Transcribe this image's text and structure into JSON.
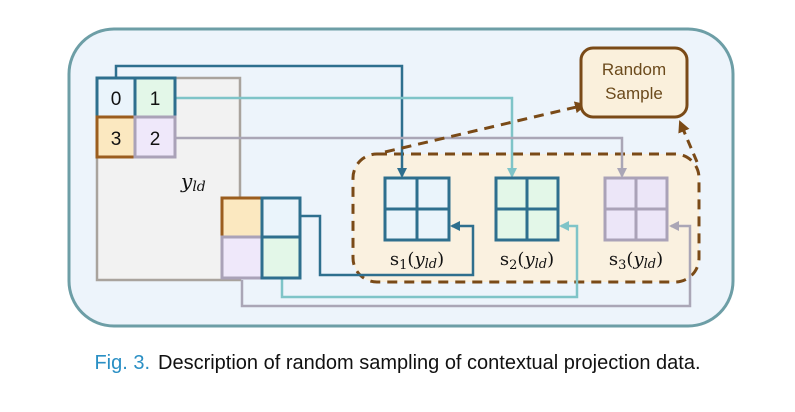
{
  "diagram": {
    "main_grid": {
      "label": "y",
      "label_sub": "ld",
      "cells": [
        {
          "text": "0",
          "fill": "#eaf4fb",
          "stroke": "#2e6f8e"
        },
        {
          "text": "1",
          "fill": "#e3f7e8",
          "stroke": "#2e6f8e"
        },
        {
          "text": "2",
          "fill": "#efe8fa",
          "stroke": "#aaa2b8"
        },
        {
          "text": "3",
          "fill": "#fbe8c0",
          "stroke": "#9b5d1e"
        }
      ]
    },
    "samples": [
      {
        "name": "s",
        "index": "1",
        "arg": "y",
        "arg_sub": "ld",
        "fill": "#eaf4fb",
        "stroke": "#2e6f8e"
      },
      {
        "name": "s",
        "index": "2",
        "arg": "y",
        "arg_sub": "ld",
        "fill": "#e3f7e8",
        "stroke": "#2e6f8e"
      },
      {
        "name": "s",
        "index": "3",
        "arg": "y",
        "arg_sub": "ld",
        "fill": "#ece6f8",
        "stroke": "#aaa2b8"
      }
    ],
    "random_sample_box": {
      "line1": "Random",
      "line2": "Sample"
    },
    "colors": {
      "outer_bg": "#edf4fb",
      "outer_stroke": "#6d9ea6",
      "grid_bg": "#f2f2f2",
      "grid_stroke": "#a9a39d",
      "group_bg": "#faf1e0",
      "group_stroke": "#7a4a17",
      "arrow_dark": "#2e6f8e",
      "arrow_teal": "#7fc4c8",
      "arrow_gray": "#aaa6b6"
    }
  },
  "caption": {
    "fig_num": "Fig. 3.",
    "text": "Description of random sampling of contextual projection data."
  }
}
